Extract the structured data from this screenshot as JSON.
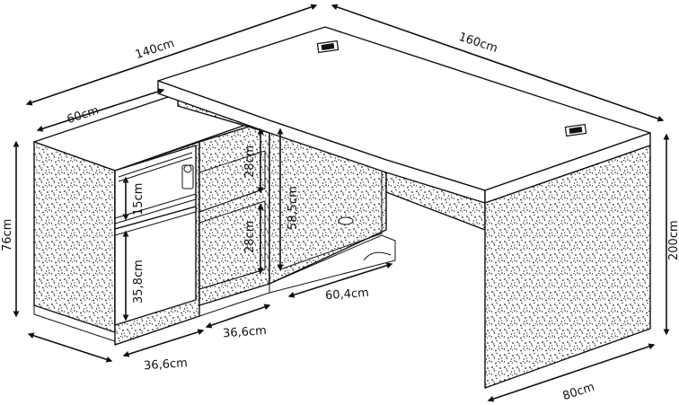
{
  "colors": {
    "outline": "#111111",
    "panel_fill": "#ffffff",
    "speckle": "#222222"
  },
  "dimensions": {
    "return_length": "140cm",
    "desk_length": "160cm",
    "return_depth": "60cm",
    "height": "76cm",
    "side_height": "200cm",
    "desk_depth": "80cm",
    "drawer_top": "15cm",
    "drawer_bottom": "35,8cm",
    "shelf_top": "28cm",
    "shelf_bottom": "28cm",
    "open_height": "58,5cm",
    "width_left": "36,6cm",
    "width_mid": "36,6cm",
    "width_right": "60,4cm"
  }
}
